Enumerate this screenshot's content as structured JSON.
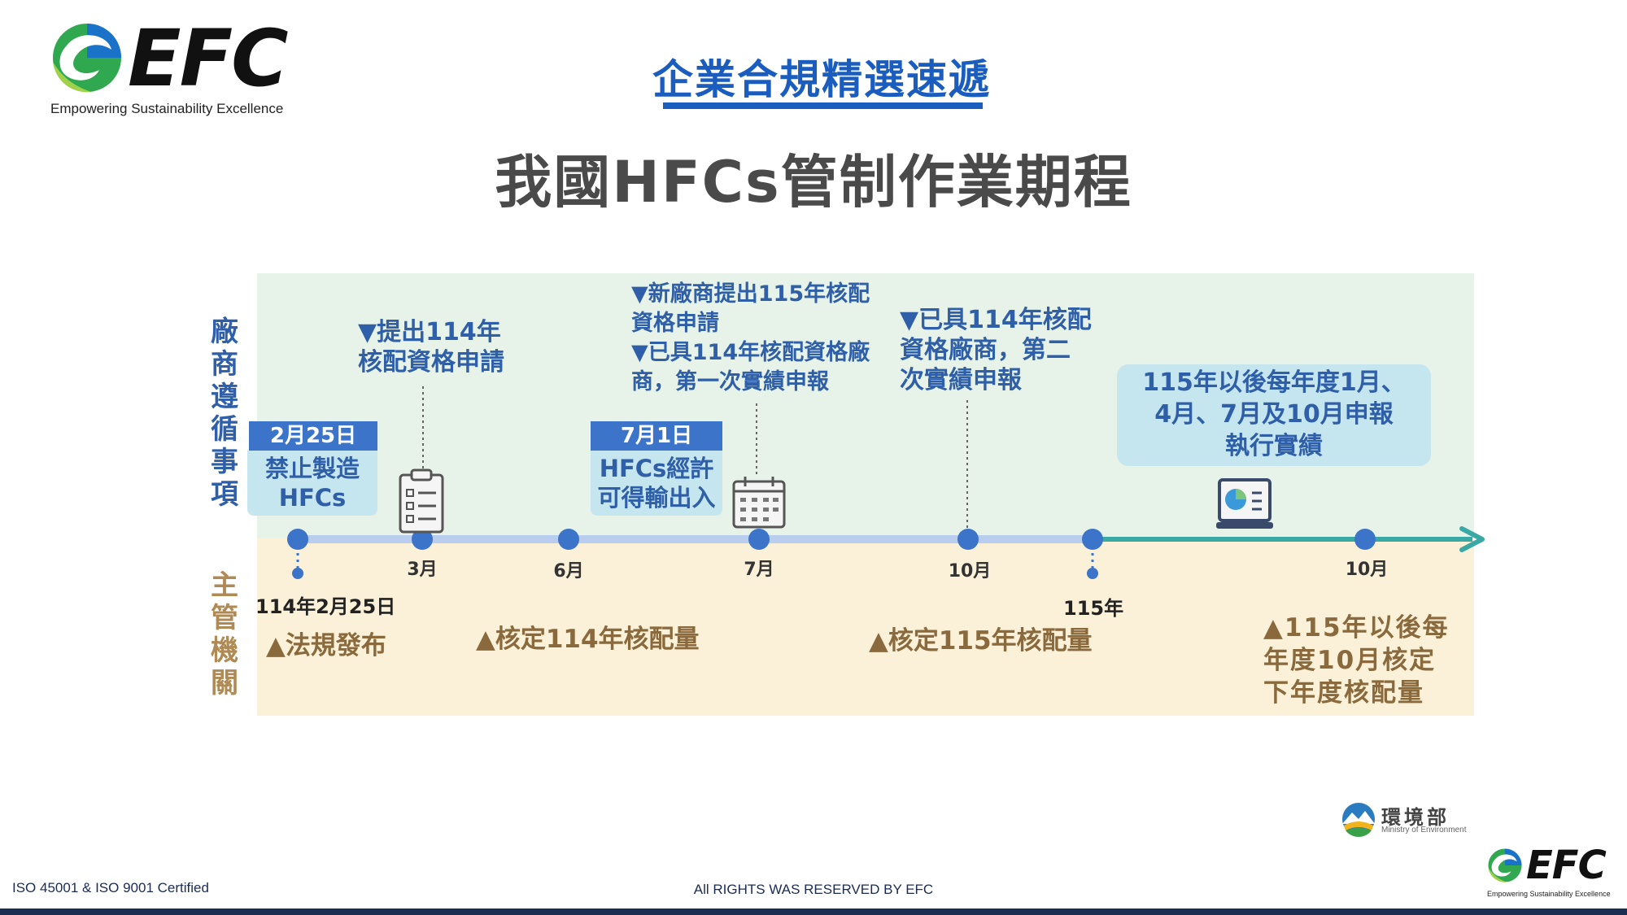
{
  "header": {
    "brand": "EFC",
    "tagline": "Empowering Sustainability Excellence",
    "title": "企業合規精選速遞"
  },
  "main_title": "我國HFCs管制作業期程",
  "side_labels": {
    "top": "廠\n商\n遵\n循\n事\n項",
    "bottom": "主\n管\n機\n關"
  },
  "top_items": {
    "apply_114": "▼提出114年\n核配資格申請",
    "new_vendor": "▼新廠商提出115年核配\n  資格申請\n▼已具114年核配資格廠\n  商，第一次實績申報",
    "second_report": "▼已具114年核配\n 資格廠商，第二\n 次實績申報"
  },
  "date_boxes": {
    "feb25": {
      "badge": "2月25日",
      "text": "禁止製造\nHFCs"
    },
    "jul1": {
      "badge": "7月1日",
      "text": "HFCs經許\n可得輸出入"
    }
  },
  "note_box": "115年以後每年度1月、\n4月、7月及10月申報\n執行實績",
  "ticks": {
    "mar": "3月",
    "jun": "6月",
    "jul": "7月",
    "oct": "10月",
    "oct2": "10月"
  },
  "bottom": {
    "date_start": "114年2月25日",
    "date_115": "115年",
    "regulation": "▲法規發布",
    "approve_114": "▲核定114年核配量",
    "approve_115": "▲核定115年核配量",
    "annual": "▲115年以後每\n 年度10月核定\n 下年度核配量"
  },
  "moe": {
    "zh": "環境部",
    "en": "Ministry of Environment"
  },
  "footer": {
    "left": "ISO 45001 & ISO 9001 Certified",
    "center": "All RIGHTS WAS RESERVED BY EFC",
    "brand": "EFC",
    "tagline": "Empowering Sustainability Excellence"
  },
  "colors": {
    "accent_blue": "#1a5dbf",
    "timeline_blue": "#3b74c9",
    "timeline_teal": "#3aa8a4",
    "band_green": "#e7f3e8",
    "band_yellow": "#fbf0d8"
  }
}
